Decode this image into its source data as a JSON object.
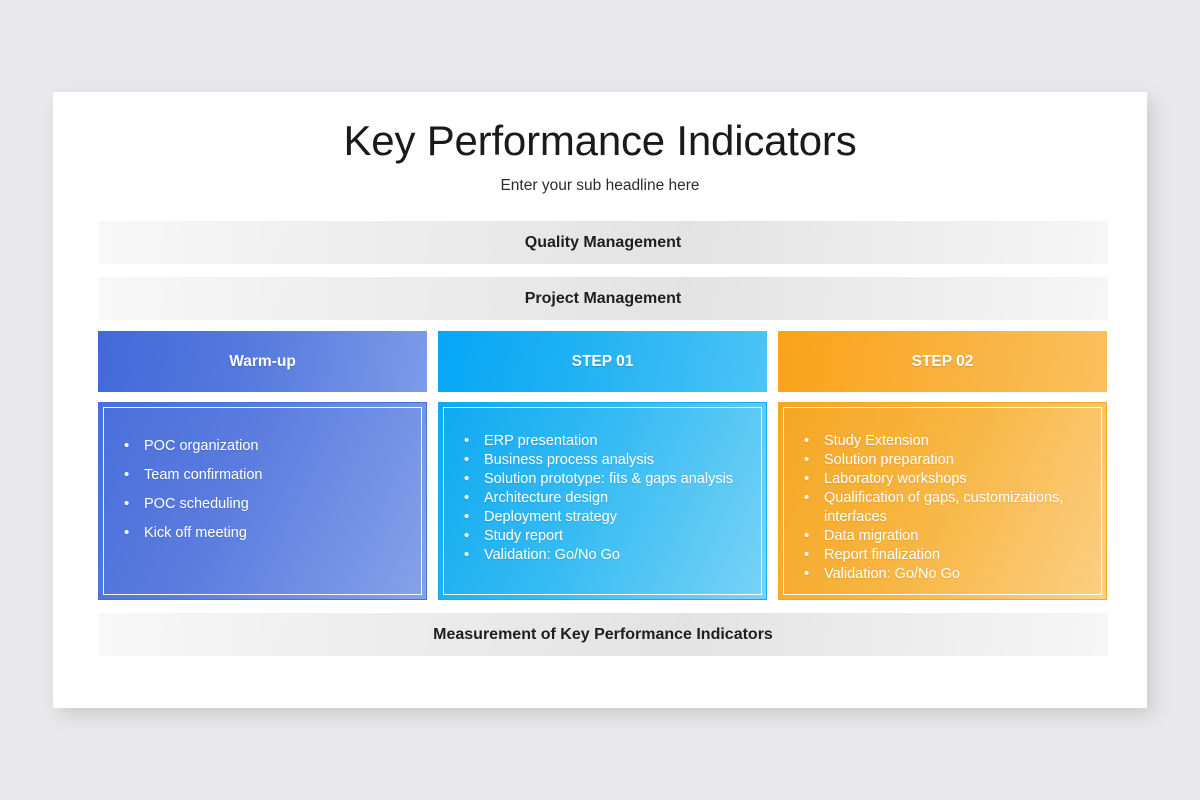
{
  "slide": {
    "title": "Key Performance Indicators",
    "subtitle": "Enter your sub headline here",
    "bars": {
      "quality": "Quality Management",
      "project": "Project Management",
      "footer": "Measurement of Key Performance Indicators"
    },
    "columns": [
      {
        "header": "Warm-up",
        "accent": "#4169d9",
        "items": [
          "POC organization",
          "Team confirmation",
          "POC scheduling",
          "Kick off meeting"
        ]
      },
      {
        "header": "STEP 01",
        "accent": "#05a7f5",
        "items": [
          "ERP presentation",
          "Business process analysis",
          "Solution prototype: fits & gaps analysis",
          "Architecture design",
          "Deployment strategy",
          "Study report",
          "Validation: Go/No Go"
        ]
      },
      {
        "header": "STEP 02",
        "accent": "#f9a318",
        "items": [
          "Study Extension",
          "Solution preparation",
          "Laboratory workshops",
          "Qualification of gaps, customizations, interfaces",
          "Data migration",
          "Report finalization",
          "Validation: Go/No Go"
        ]
      }
    ]
  }
}
